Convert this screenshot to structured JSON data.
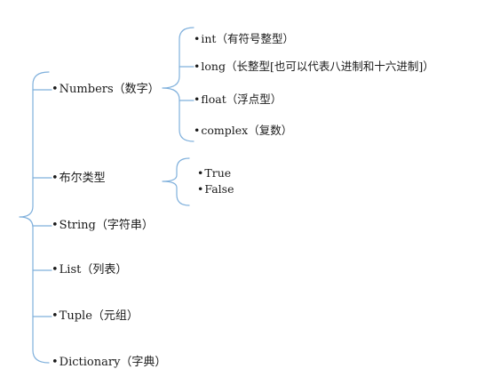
{
  "diagram": {
    "bracket_color": "#7fb0dc",
    "bullet": "•",
    "main_items": [
      {
        "id": "numbers",
        "label": "Numbers（数字）"
      },
      {
        "id": "bool",
        "label": "布尔类型"
      },
      {
        "id": "string",
        "label": "String（字符串）"
      },
      {
        "id": "list",
        "label": "List（列表）"
      },
      {
        "id": "tuple",
        "label": "Tuple（元组）"
      },
      {
        "id": "dictionary",
        "label": "Dictionary（字典）"
      }
    ],
    "numbers_subitems": [
      {
        "id": "int",
        "label": "int（有符号整型）"
      },
      {
        "id": "long",
        "label": "long（长整型[也可以代表八进制和十六进制]）"
      },
      {
        "id": "float",
        "label": "float（浮点型）"
      },
      {
        "id": "complex",
        "label": "complex（复数）"
      }
    ],
    "bool_subitems": [
      {
        "id": "true",
        "label": "True"
      },
      {
        "id": "false",
        "label": "False"
      }
    ]
  }
}
